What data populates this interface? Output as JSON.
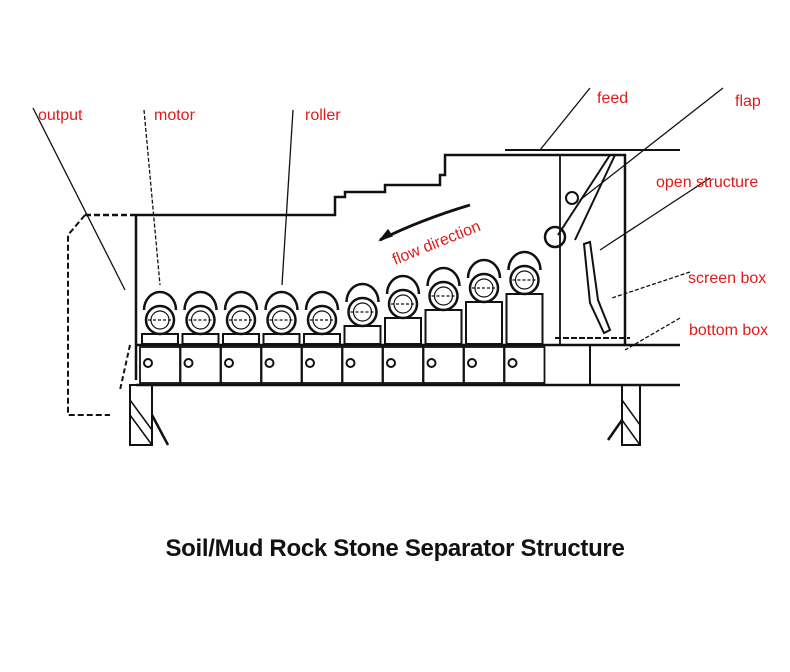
{
  "diagram": {
    "title": "Soil/Mud Rock Stone Separator Structure",
    "labels": {
      "output": "output",
      "motor": "motor",
      "roller": "roller",
      "feed": "feed",
      "flap": "flap",
      "open_structure": "open structure",
      "screen_box": "screen box",
      "bottom_box": "bottom box",
      "flow_direction": "flow direction"
    },
    "roller_count": 10,
    "colors": {
      "label": "#e01b1b",
      "line": "#111111",
      "background": "#ffffff"
    }
  }
}
